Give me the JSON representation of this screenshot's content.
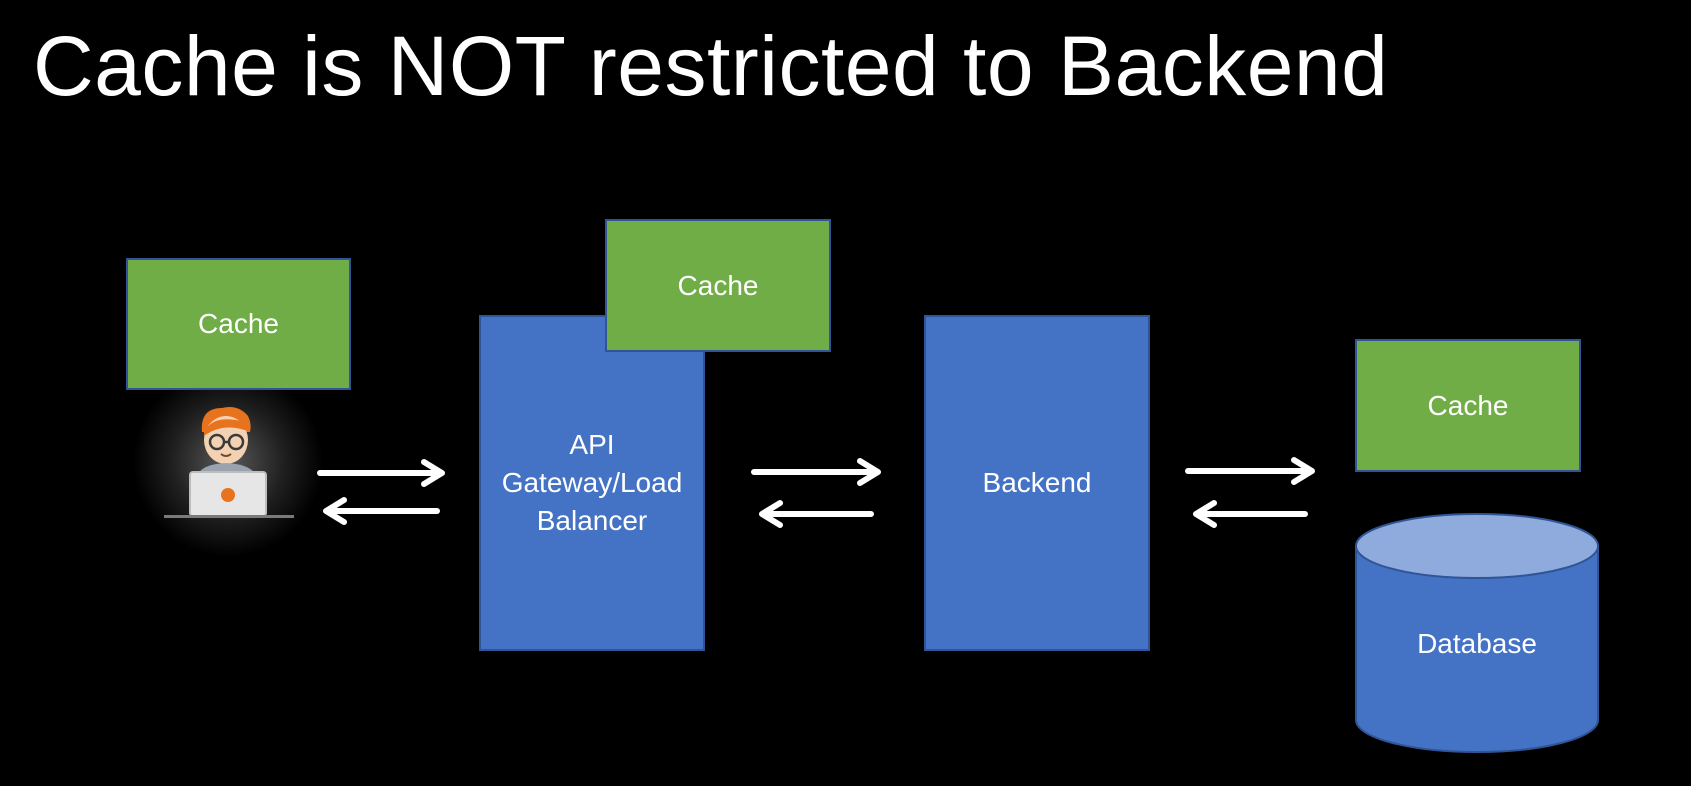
{
  "slide": {
    "title": "Cache is NOT restricted to Backend"
  },
  "nodes": {
    "client_cache": "Cache",
    "gateway_cache": "Cache",
    "gateway": "API Gateway/Load Balancer",
    "backend": "Backend",
    "db_cache": "Cache",
    "database": "Database"
  },
  "icons": {
    "client": "developer-at-laptop-icon",
    "arrows": "bidirectional-arrow-icon"
  },
  "colors": {
    "background": "#000000",
    "cache_fill": "#70ad47",
    "component_fill": "#4472c4",
    "border": "#2f5597",
    "database_top": "#8faadc",
    "text": "#ffffff"
  }
}
